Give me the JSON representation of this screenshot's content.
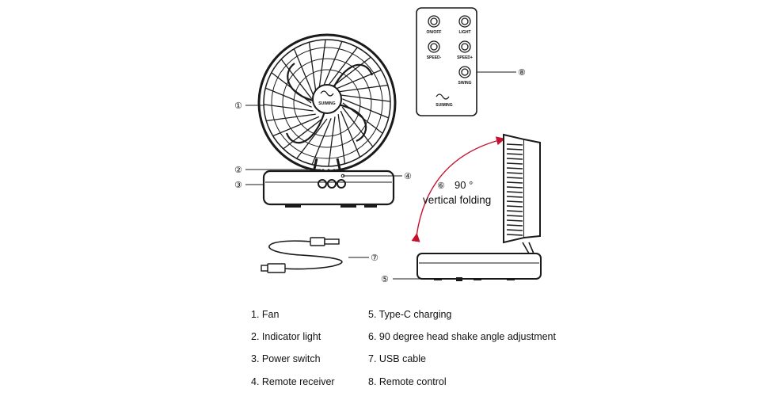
{
  "callouts": [
    "①",
    "②",
    "③",
    "④",
    "⑤",
    "⑥",
    "⑦",
    "⑧"
  ],
  "brand": "SUIMING",
  "remote": {
    "keys": [
      "ON/OFF",
      "LIGHT",
      "SPEED-",
      "SPEED+",
      "SWING"
    ],
    "brand": "SUIMING"
  },
  "folding": {
    "angle": "90 °",
    "text": "vertical folding"
  },
  "legend": [
    "1. Fan",
    "2. Indicator light",
    "3. Power switch",
    "4. Remote receiver",
    "5. Type-C charging",
    "6. 90 degree head shake angle adjustment",
    "7. USB cable",
    "8. Remote control"
  ],
  "colors": {
    "line": "#1a1a1a",
    "arrow": "#c8102e",
    "background": "#ffffff"
  }
}
